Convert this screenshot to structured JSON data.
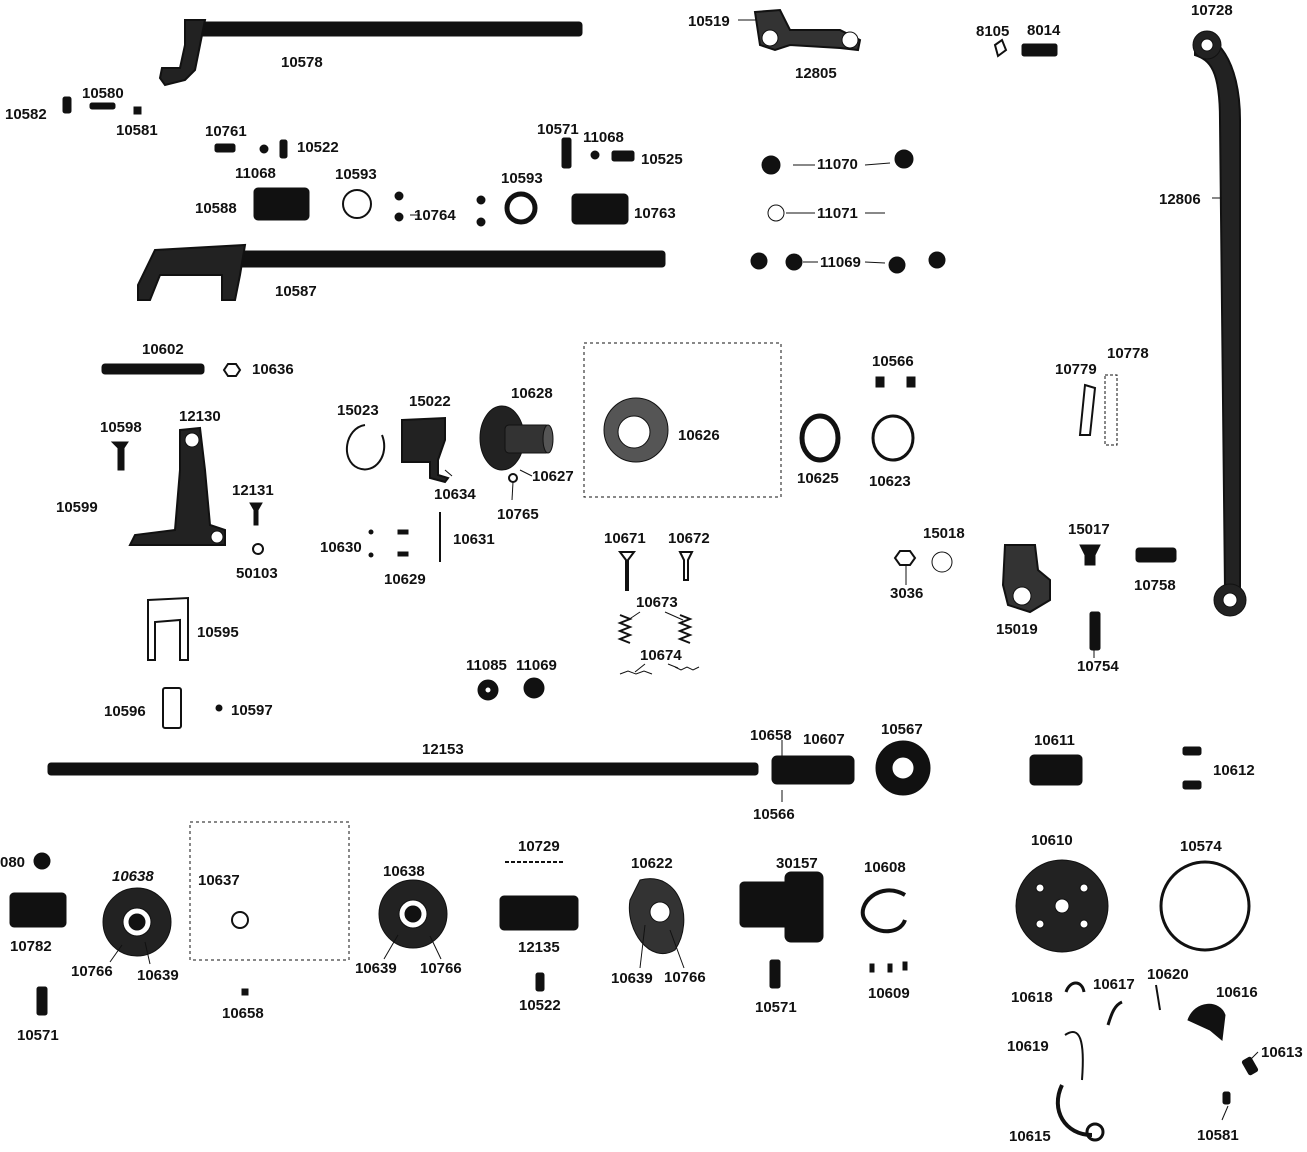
{
  "labels": [
    "10578",
    "10519",
    "12805",
    "8105",
    "8014",
    "10728",
    "10582",
    "10580",
    "10581",
    "10761",
    "10522",
    "11068",
    "10588",
    "10593",
    "10764",
    "10593",
    "10571",
    "11068",
    "10525",
    "10763",
    "11070",
    "11071",
    "11069",
    "12806",
    "10587",
    "10602",
    "10636",
    "10566",
    "10779",
    "10778",
    "10598",
    "12130",
    "15023",
    "15022",
    "10628",
    "10626",
    "10625",
    "10623",
    "10599",
    "12131",
    "50103",
    "10634",
    "10627",
    "10765",
    "10630",
    "10629",
    "10631",
    "10671",
    "10672",
    "10673",
    "10674",
    "15018",
    "15017",
    "3036",
    "10758",
    "15019",
    "10754",
    "10595",
    "11085",
    "11069",
    "10596",
    "10597",
    "12153",
    "10658",
    "10607",
    "10567",
    "10611",
    "10612",
    "10566",
    "080",
    "10638",
    "10637",
    "10638",
    "10729",
    "10622",
    "30157",
    "10608",
    "10610",
    "10574",
    "10782",
    "10766",
    "10639",
    "10639",
    "10766",
    "12135",
    "10639",
    "10766",
    "10571",
    "10609",
    "10571",
    "10658",
    "10522",
    "10618",
    "10617",
    "10620",
    "10616",
    "10619",
    "10613",
    "10615",
    "10581"
  ]
}
